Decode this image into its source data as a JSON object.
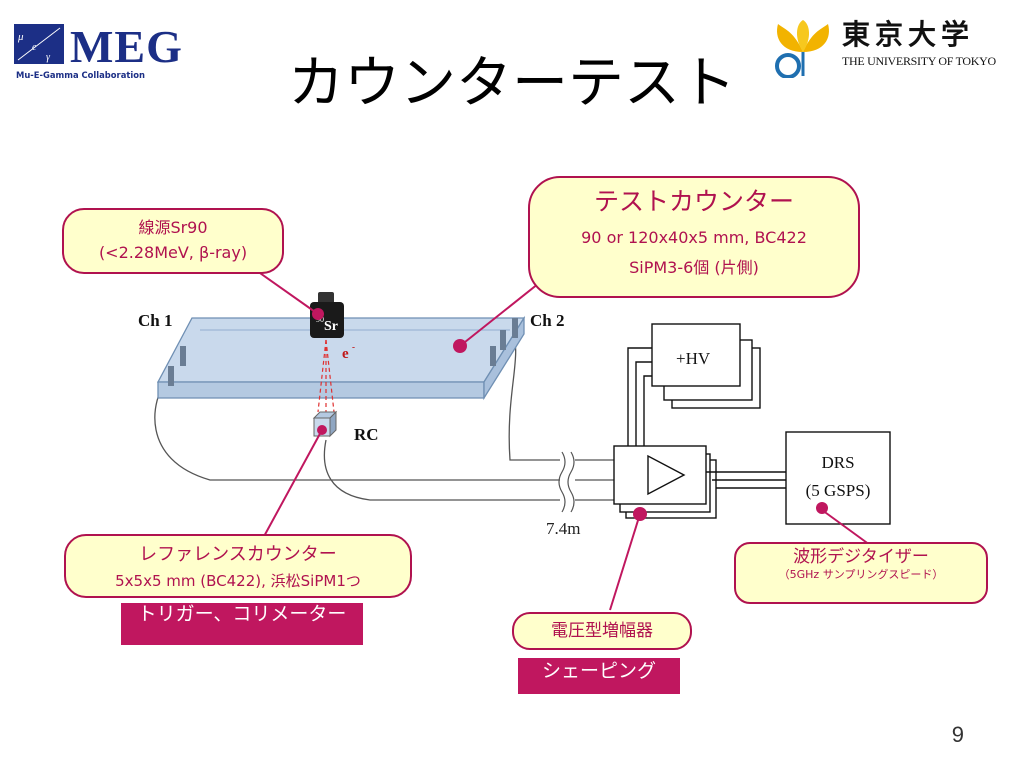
{
  "slide": {
    "title": "カウンターテスト",
    "page_number": "9"
  },
  "logos": {
    "meg": {
      "name": "MEG",
      "subtitle": "Mu-E-Gamma Collaboration"
    },
    "utokyo": {
      "kanji": "東京大学",
      "english": "THE UNIVERSITY OF TOKYO"
    }
  },
  "diagram": {
    "ch1": "Ch 1",
    "ch2": "Ch 2",
    "source_mass": "90",
    "source_symbol": "Sr",
    "electron": "e",
    "electron_sup": "-",
    "rc": "RC",
    "hv": "+HV",
    "drs_line1": "DRS",
    "drs_line2": "(5 GSPS)",
    "cable_length": "7.4m"
  },
  "callouts": {
    "source": {
      "line1": "線源Sr90",
      "line2": "(<2.28MeV, β-ray)"
    },
    "test_counter": {
      "line1": "テストカウンター",
      "line2": "90 or 120x40x5 mm, BC422",
      "line3": "SiPM3-6個 (片側)"
    },
    "reference": {
      "line1": "レファレンスカウンター",
      "line2": "5x5x5 mm (BC422), 浜松SiPM1つ"
    },
    "digitizer": {
      "line1": "波形デジタイザー",
      "line2": "（5GHz サンプリングスピード）"
    },
    "amplifier": {
      "line1": "電圧型増幅器"
    }
  },
  "banners": {
    "trigger": "トリガー、コリメーター",
    "shaping": "シェーピング"
  },
  "colors": {
    "accent": "#b0124f",
    "callout_fill": "#ffffcc",
    "banner": "#c0175f",
    "scintillator": "#c9d9ec",
    "meg_blue": "#1c2f86"
  }
}
